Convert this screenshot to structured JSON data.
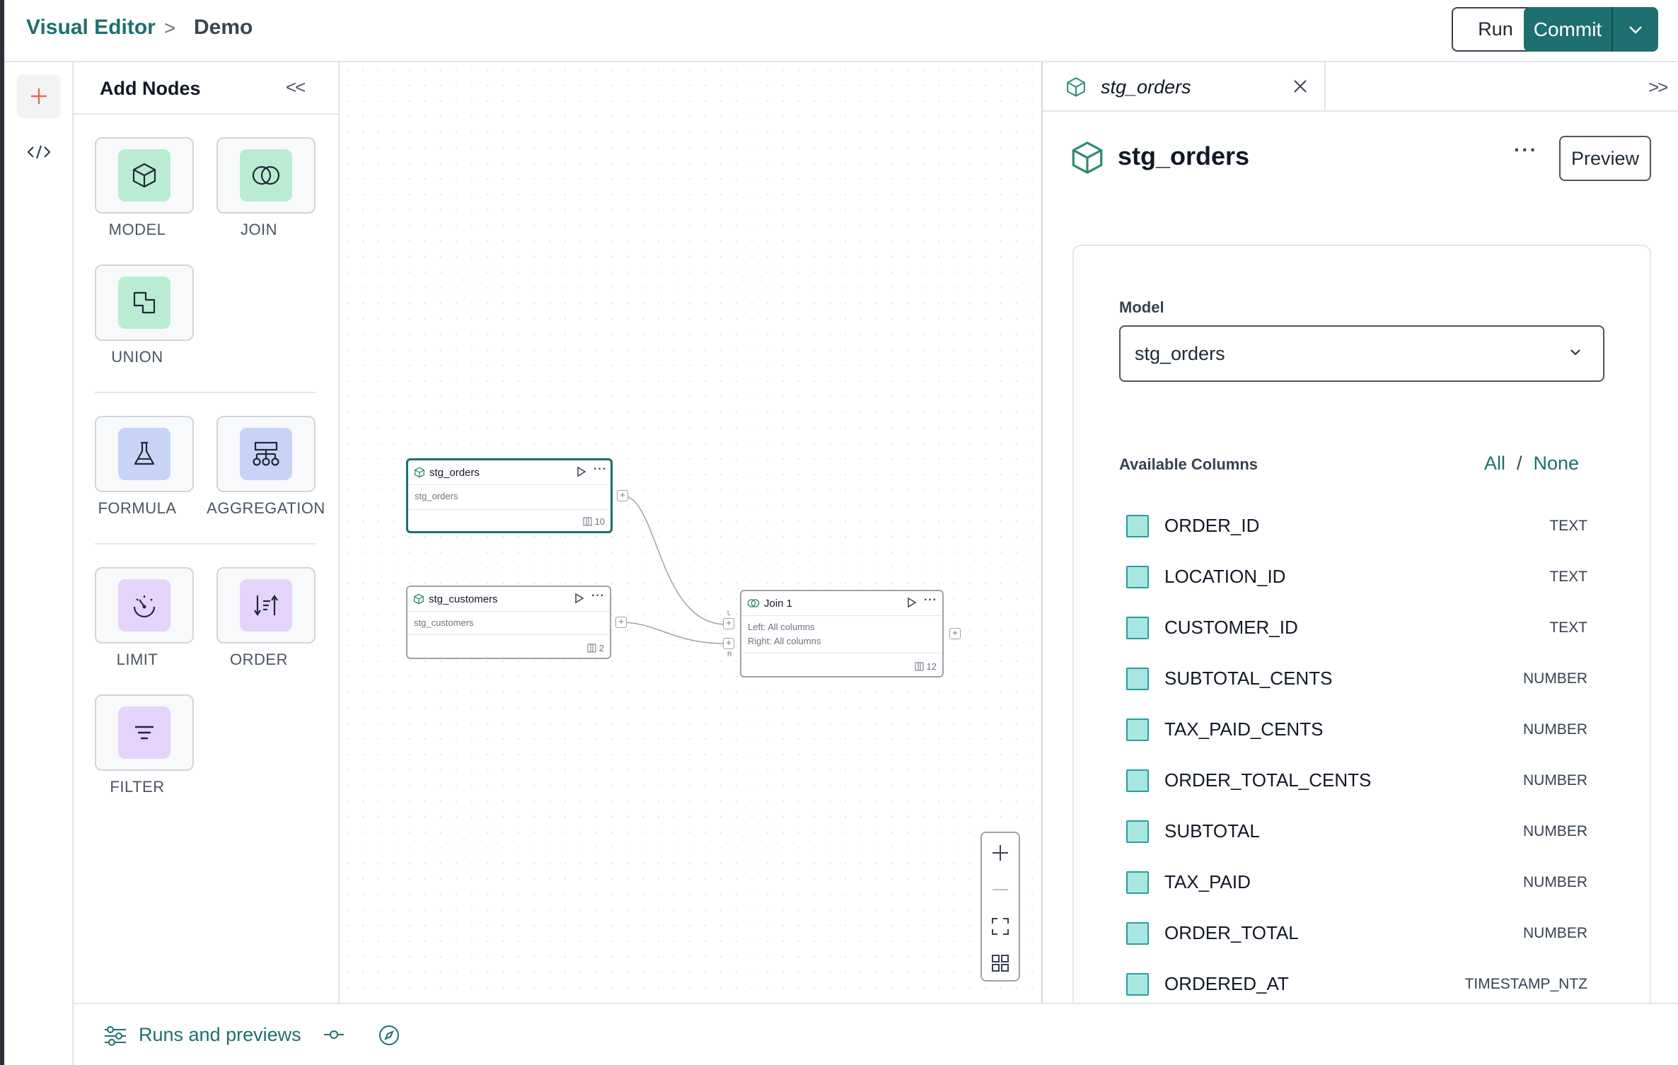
{
  "header": {
    "breadcrumb_root": "Visual Editor",
    "breadcrumb_sep": ">",
    "breadcrumb_page": "Demo",
    "run_label": "Run",
    "commit_label": "Commit"
  },
  "add_nodes": {
    "title": "Add Nodes",
    "collapse": "<<",
    "tiles": [
      {
        "label": "MODEL",
        "icon": "cube-icon"
      },
      {
        "label": "JOIN",
        "icon": "join-icon"
      },
      {
        "label": "UNION",
        "icon": "union-icon"
      },
      {
        "label": "FORMULA",
        "icon": "flask-icon"
      },
      {
        "label": "AGGREGATION",
        "icon": "hierarchy-icon"
      },
      {
        "label": "LIMIT",
        "icon": "gauge-icon"
      },
      {
        "label": "ORDER",
        "icon": "sort-icon"
      },
      {
        "label": "FILTER",
        "icon": "filter-lines-icon"
      }
    ]
  },
  "canvas": {
    "nodes": [
      {
        "title": "stg_orders",
        "body": "stg_orders",
        "count": "10"
      },
      {
        "title": "stg_customers",
        "body": "stg_customers",
        "count": "2"
      },
      {
        "title": "Join 1",
        "body_left": "Left: All columns",
        "body_right": "Right: All columns",
        "count": "12"
      }
    ],
    "port_l": "L",
    "port_r": "R"
  },
  "panel": {
    "tab_label": "stg_orders",
    "expand": ">>",
    "title": "stg_orders",
    "preview_label": "Preview",
    "model_label": "Model",
    "model_value": "stg_orders",
    "available_label": "Available Columns",
    "all_label": "All",
    "slash": "/",
    "none_label": "None",
    "columns": [
      {
        "name": "ORDER_ID",
        "type": "TEXT"
      },
      {
        "name": "LOCATION_ID",
        "type": "TEXT"
      },
      {
        "name": "CUSTOMER_ID",
        "type": "TEXT"
      },
      {
        "name": "SUBTOTAL_CENTS",
        "type": "NUMBER"
      },
      {
        "name": "TAX_PAID_CENTS",
        "type": "NUMBER"
      },
      {
        "name": "ORDER_TOTAL_CENTS",
        "type": "NUMBER"
      },
      {
        "name": "SUBTOTAL",
        "type": "NUMBER"
      },
      {
        "name": "TAX_PAID",
        "type": "NUMBER"
      },
      {
        "name": "ORDER_TOTAL",
        "type": "NUMBER"
      },
      {
        "name": "ORDERED_AT",
        "type": "TIMESTAMP_NTZ"
      }
    ]
  },
  "bottom": {
    "runs_label": "Runs and previews"
  },
  "colors": {
    "brand": "#1e6f6f",
    "checkbox": "#a8e6e2"
  }
}
